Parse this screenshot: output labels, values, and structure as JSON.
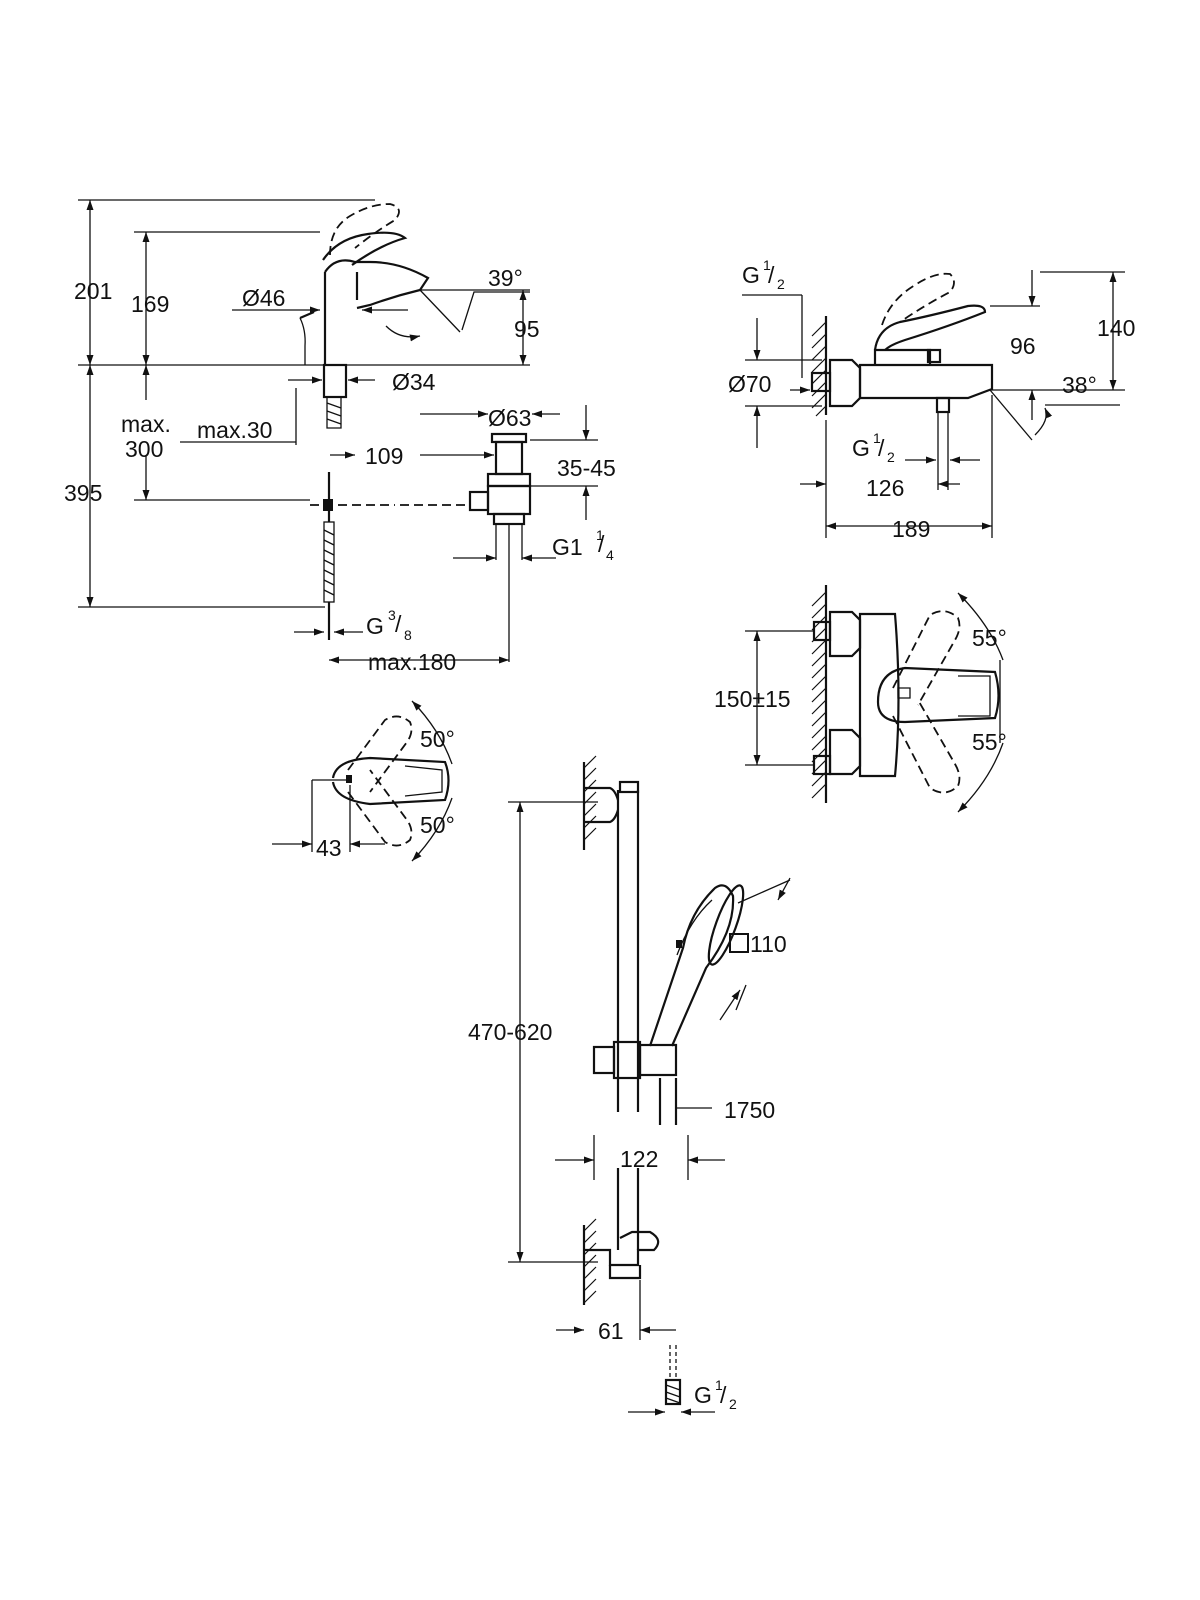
{
  "basin_mixer": {
    "dims": [
      "201",
      "169",
      "Ø46",
      "39°",
      "95",
      "Ø34",
      "max.",
      "300",
      "max.30",
      "109",
      "Ø63",
      "35-45",
      "395",
      "G1",
      "1",
      "4",
      "G",
      "3",
      "8",
      "max.180"
    ]
  },
  "bath_mixer": {
    "dims": [
      "G",
      "1",
      "2",
      "140",
      "96",
      "Ø70",
      "38°",
      "G",
      "1",
      "2",
      "126",
      "189",
      "150±15",
      "55°",
      "55°"
    ]
  },
  "top_view": {
    "dims": [
      "50°",
      "50°",
      "43"
    ]
  },
  "shower_rail": {
    "dims": [
      "470-620",
      "110",
      "1750",
      "122",
      "61",
      "G",
      "1",
      "2"
    ]
  }
}
